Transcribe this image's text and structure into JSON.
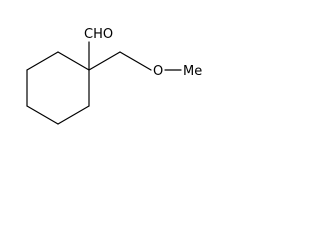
{
  "molecule": {
    "labels": {
      "aldehyde": "CHO",
      "oxygen": "O",
      "methyl": "Me"
    },
    "colors": {
      "bond": "#000000",
      "text": "#000000",
      "background": "#ffffff"
    }
  }
}
